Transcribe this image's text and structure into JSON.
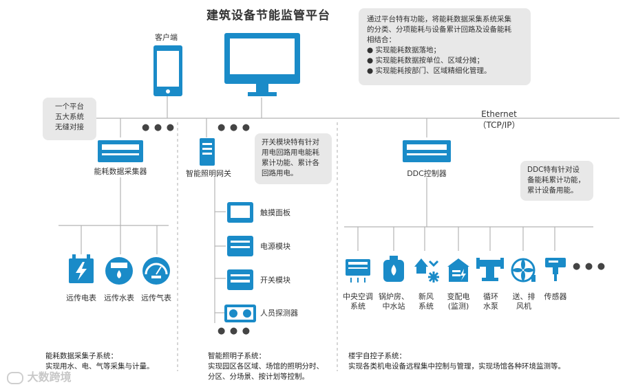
{
  "title": "建筑设备节能监管平台",
  "client_label": "客户端",
  "top_note": {
    "lines": [
      "通过平台特有功能，将能耗数据采集系统采集",
      "的分类、分项能耗与设备累计回路及设备能耗",
      "相结合："
    ],
    "bullets": [
      "实现能耗数据落地；",
      "实现能耗数据按单位、区域分摊；",
      "实现能耗按部门、区域精细化管理。"
    ]
  },
  "left_note": [
    "一个平台",
    "五大系统",
    "无缝对接"
  ],
  "ethernet": {
    "line1": "Ethernet",
    "line2": "（TCP/IP）"
  },
  "devices": {
    "collector": "能耗数据采集器",
    "gateway": "智能照明网关",
    "ddc": "DDC控制器"
  },
  "gateway_note": [
    "开关模块特有针对",
    "用电回路用电能耗",
    "累计功能、累计各",
    "回路用电。"
  ],
  "ddc_note": [
    "DDC特有针对设",
    "备能耗累计功能，",
    "累计设备用能。"
  ],
  "meters": [
    "远传电表",
    "远传水表",
    "远传气表"
  ],
  "lighting_modules": [
    "触摸面板",
    "电源模块",
    "开关模块",
    "人员探测器"
  ],
  "bas_devices": [
    {
      "label": [
        "中央空调",
        "系统"
      ],
      "icon": "ac-icon"
    },
    {
      "label": [
        "锅炉房、",
        "中水站"
      ],
      "icon": "boiler-icon"
    },
    {
      "label": [
        "新风",
        "系统"
      ],
      "icon": "fresh-air-icon"
    },
    {
      "label": [
        "变配电",
        "(监测)"
      ],
      "icon": "substation-icon"
    },
    {
      "label": [
        "循环",
        "水泵"
      ],
      "icon": "pump-icon"
    },
    {
      "label": [
        "送、排",
        "风机"
      ],
      "icon": "fan-icon"
    },
    {
      "label": [
        "传感器"
      ],
      "icon": "sensor-icon"
    }
  ],
  "footers": {
    "energy": [
      "能耗数据采集子系统：",
      "实现用水、电、气等采集与计量。"
    ],
    "lighting": [
      "智能照明子系统：",
      "实现园区各区域、场馆的照明分时、",
      "分区、分场景、按计划等控制。"
    ],
    "bas": [
      "楼宇自控子系统：",
      "实现各类机电设备远程集中控制与管理，实现场馆各种环境监测等。"
    ]
  },
  "ellipsis": "● ● ●",
  "watermark": "大数跨境",
  "colors": {
    "accent": "#1a8bc8",
    "line": "#aaaaaa",
    "bubble": "#e8e8e8"
  }
}
